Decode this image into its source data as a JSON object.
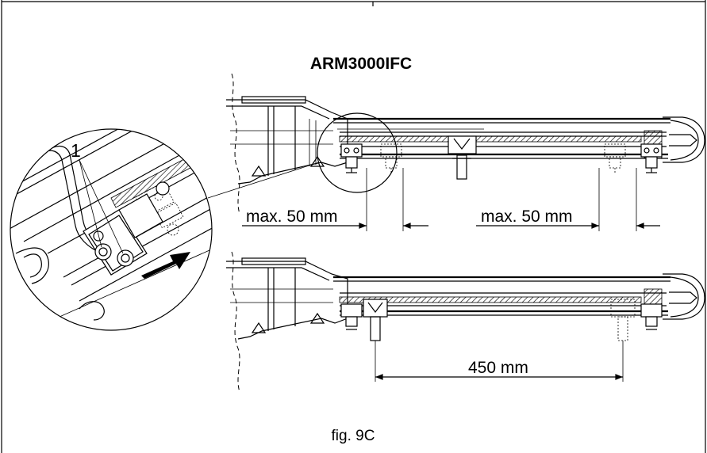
{
  "title": "ARM3000IFC",
  "callout_number": "1",
  "dimensions": {
    "top_left": "max. 50 mm",
    "top_right": "max. 50 mm",
    "bottom": "450 mm"
  },
  "caption": "fig. 9C"
}
